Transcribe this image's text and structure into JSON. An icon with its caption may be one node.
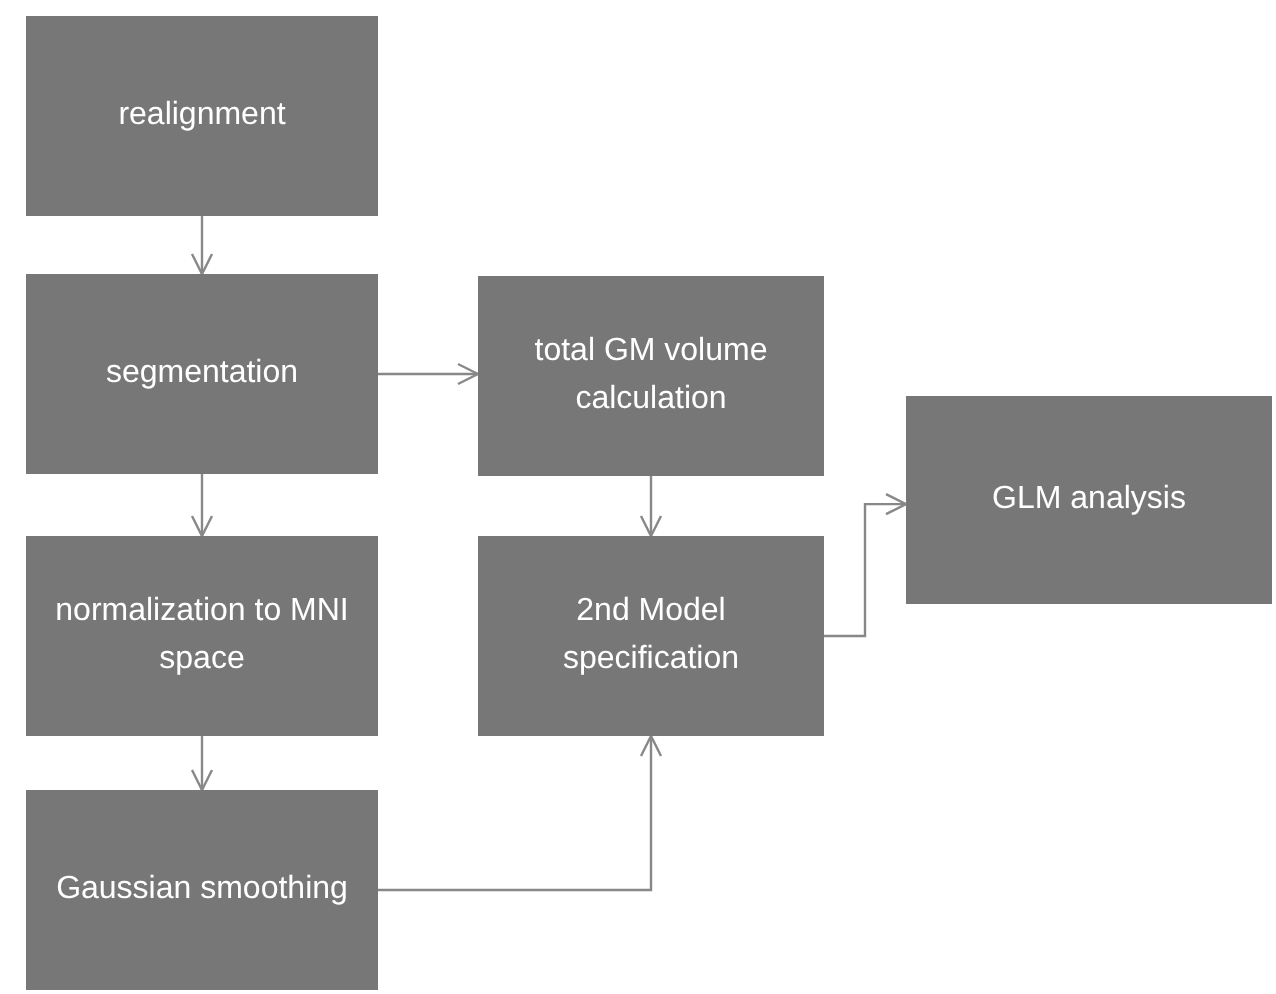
{
  "diagram": {
    "nodes": [
      {
        "text": [
          "realignment"
        ]
      },
      {
        "text": [
          "segmentation"
        ]
      },
      {
        "text": [
          "normalization to MNI space"
        ]
      },
      {
        "text": [
          "Gaussian smoothing"
        ]
      },
      {
        "text": [
          "total GM volume calculation"
        ]
      },
      {
        "text": [
          "2nd Model specification"
        ]
      },
      {
        "text": [
          "GLM analysis"
        ]
      }
    ],
    "edges": [
      {
        "from": 0,
        "to": 1,
        "arrow": "to"
      },
      {
        "from": 1,
        "to": 4,
        "arrow": "to"
      },
      {
        "from": 1,
        "to": 2,
        "arrow": "to"
      },
      {
        "from": 4,
        "to": 5,
        "arrow": "to"
      },
      {
        "from": 5,
        "to": 6,
        "arrow": "to"
      },
      {
        "from": 2,
        "to": 3,
        "arrow": "to"
      },
      {
        "from": 3,
        "to": 5,
        "arrow": "to"
      }
    ]
  }
}
